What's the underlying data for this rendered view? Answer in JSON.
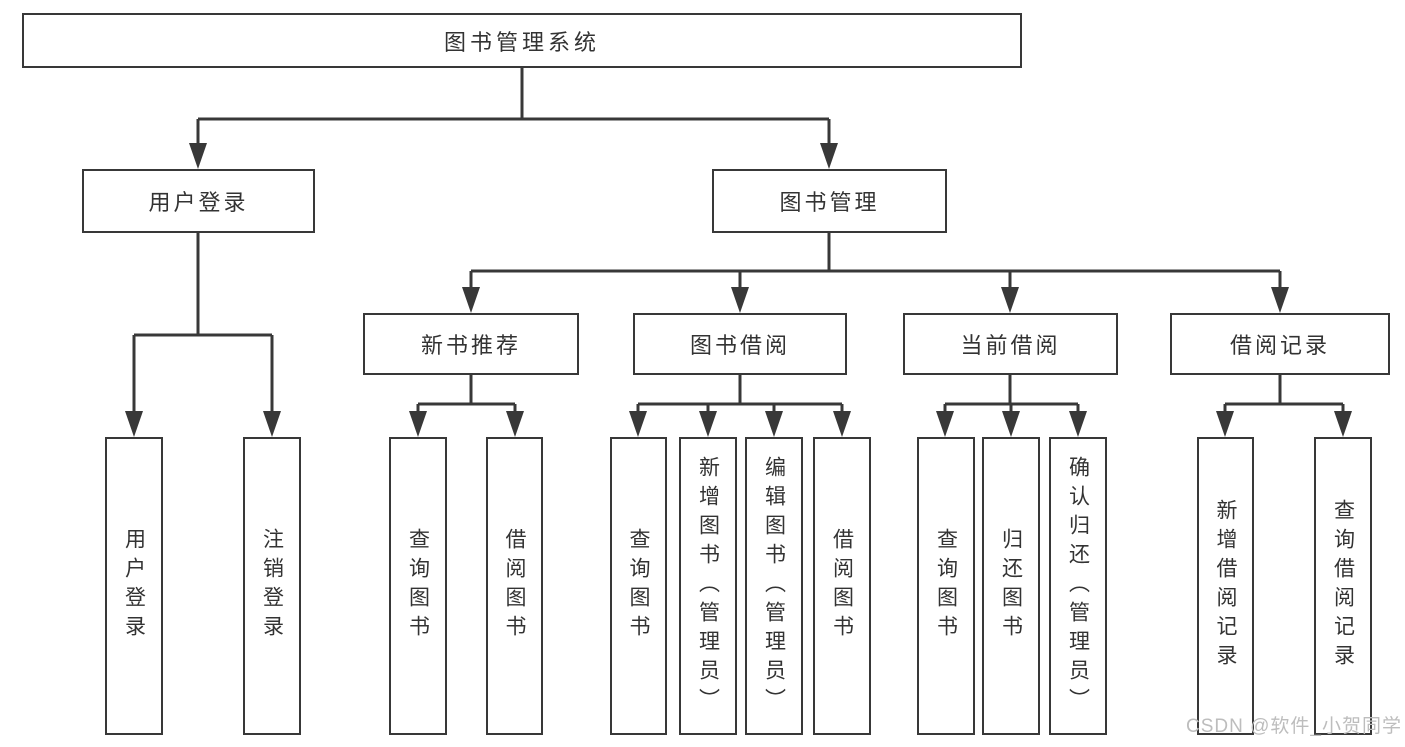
{
  "title": "图书管理系统",
  "watermark": "CSDN @软件_小贺同学",
  "colors": {
    "line": "#383838",
    "box_border": "#383838",
    "box_fill": "#ffffff",
    "text": "#333333",
    "watermark": "#bdbdbd",
    "background": "#ffffff"
  },
  "nodes": {
    "root": "图书管理系统",
    "user_login": "用户登录",
    "book_mgmt": "图书管理",
    "new_book_rec": "新书推荐",
    "book_borrow": "图书借阅",
    "current_borrow": "当前借阅",
    "borrow_records": "借阅记录",
    "ul_login": "用户登录",
    "ul_logout": "注销登录",
    "nbr_query": "查询图书",
    "nbr_borrow": "借阅图书",
    "bb_query": "查询图书",
    "bb_add": "新增图书（管理员）",
    "bb_edit": "编辑图书（管理员）",
    "bb_borrow": "借阅图书",
    "cb_query": "查询图书",
    "cb_return": "归还图书",
    "cb_confirm": "确认归还（管理员）",
    "br_add": "新增借阅记录",
    "br_query": "查询借阅记录"
  },
  "hierarchy": {
    "label": "图书管理系统",
    "children": [
      {
        "label": "用户登录",
        "children": [
          {
            "label": "用户登录"
          },
          {
            "label": "注销登录"
          }
        ]
      },
      {
        "label": "图书管理",
        "children": [
          {
            "label": "新书推荐",
            "children": [
              {
                "label": "查询图书"
              },
              {
                "label": "借阅图书"
              }
            ]
          },
          {
            "label": "图书借阅",
            "children": [
              {
                "label": "查询图书"
              },
              {
                "label": "新增图书（管理员）"
              },
              {
                "label": "编辑图书（管理员）"
              },
              {
                "label": "借阅图书"
              }
            ]
          },
          {
            "label": "当前借阅",
            "children": [
              {
                "label": "查询图书"
              },
              {
                "label": "归还图书"
              },
              {
                "label": "确认归还（管理员）"
              }
            ]
          },
          {
            "label": "借阅记录",
            "children": [
              {
                "label": "新增借阅记录"
              },
              {
                "label": "查询借阅记录"
              }
            ]
          }
        ]
      }
    ]
  }
}
